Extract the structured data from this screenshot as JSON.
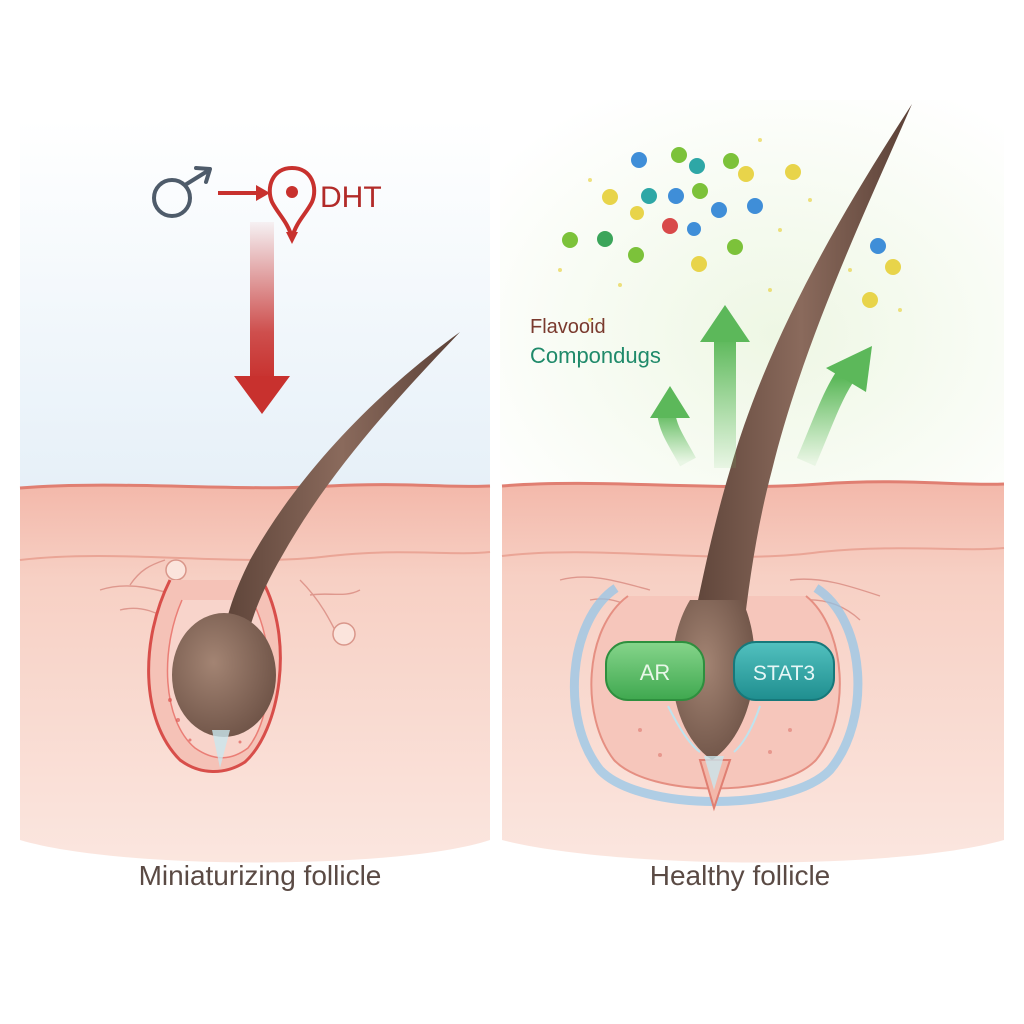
{
  "diagram": {
    "left_panel": {
      "hormone_label": "DHT",
      "caption": "Miniaturizing follicle"
    },
    "right_panel": {
      "compound_label_line1": "Flavooid",
      "compound_label_line2": "Compondugs",
      "receptor_1": "AR",
      "receptor_2": "STAT3",
      "caption": "Healthy follicle"
    },
    "colors": {
      "skin": "#f6c9bd",
      "skin_edge": "#e07f72",
      "hair": "#6e5247",
      "dht_arrow": "#c8312e",
      "growth_arrow": "#6cc36a",
      "ar_pill": "#5bbf6a",
      "stat3_pill": "#2ea7a6",
      "sheath_glow": "#8fc4ea"
    },
    "icons": [
      "male-symbol-icon",
      "dht-molecule-icon",
      "flavonoid-particles"
    ]
  }
}
